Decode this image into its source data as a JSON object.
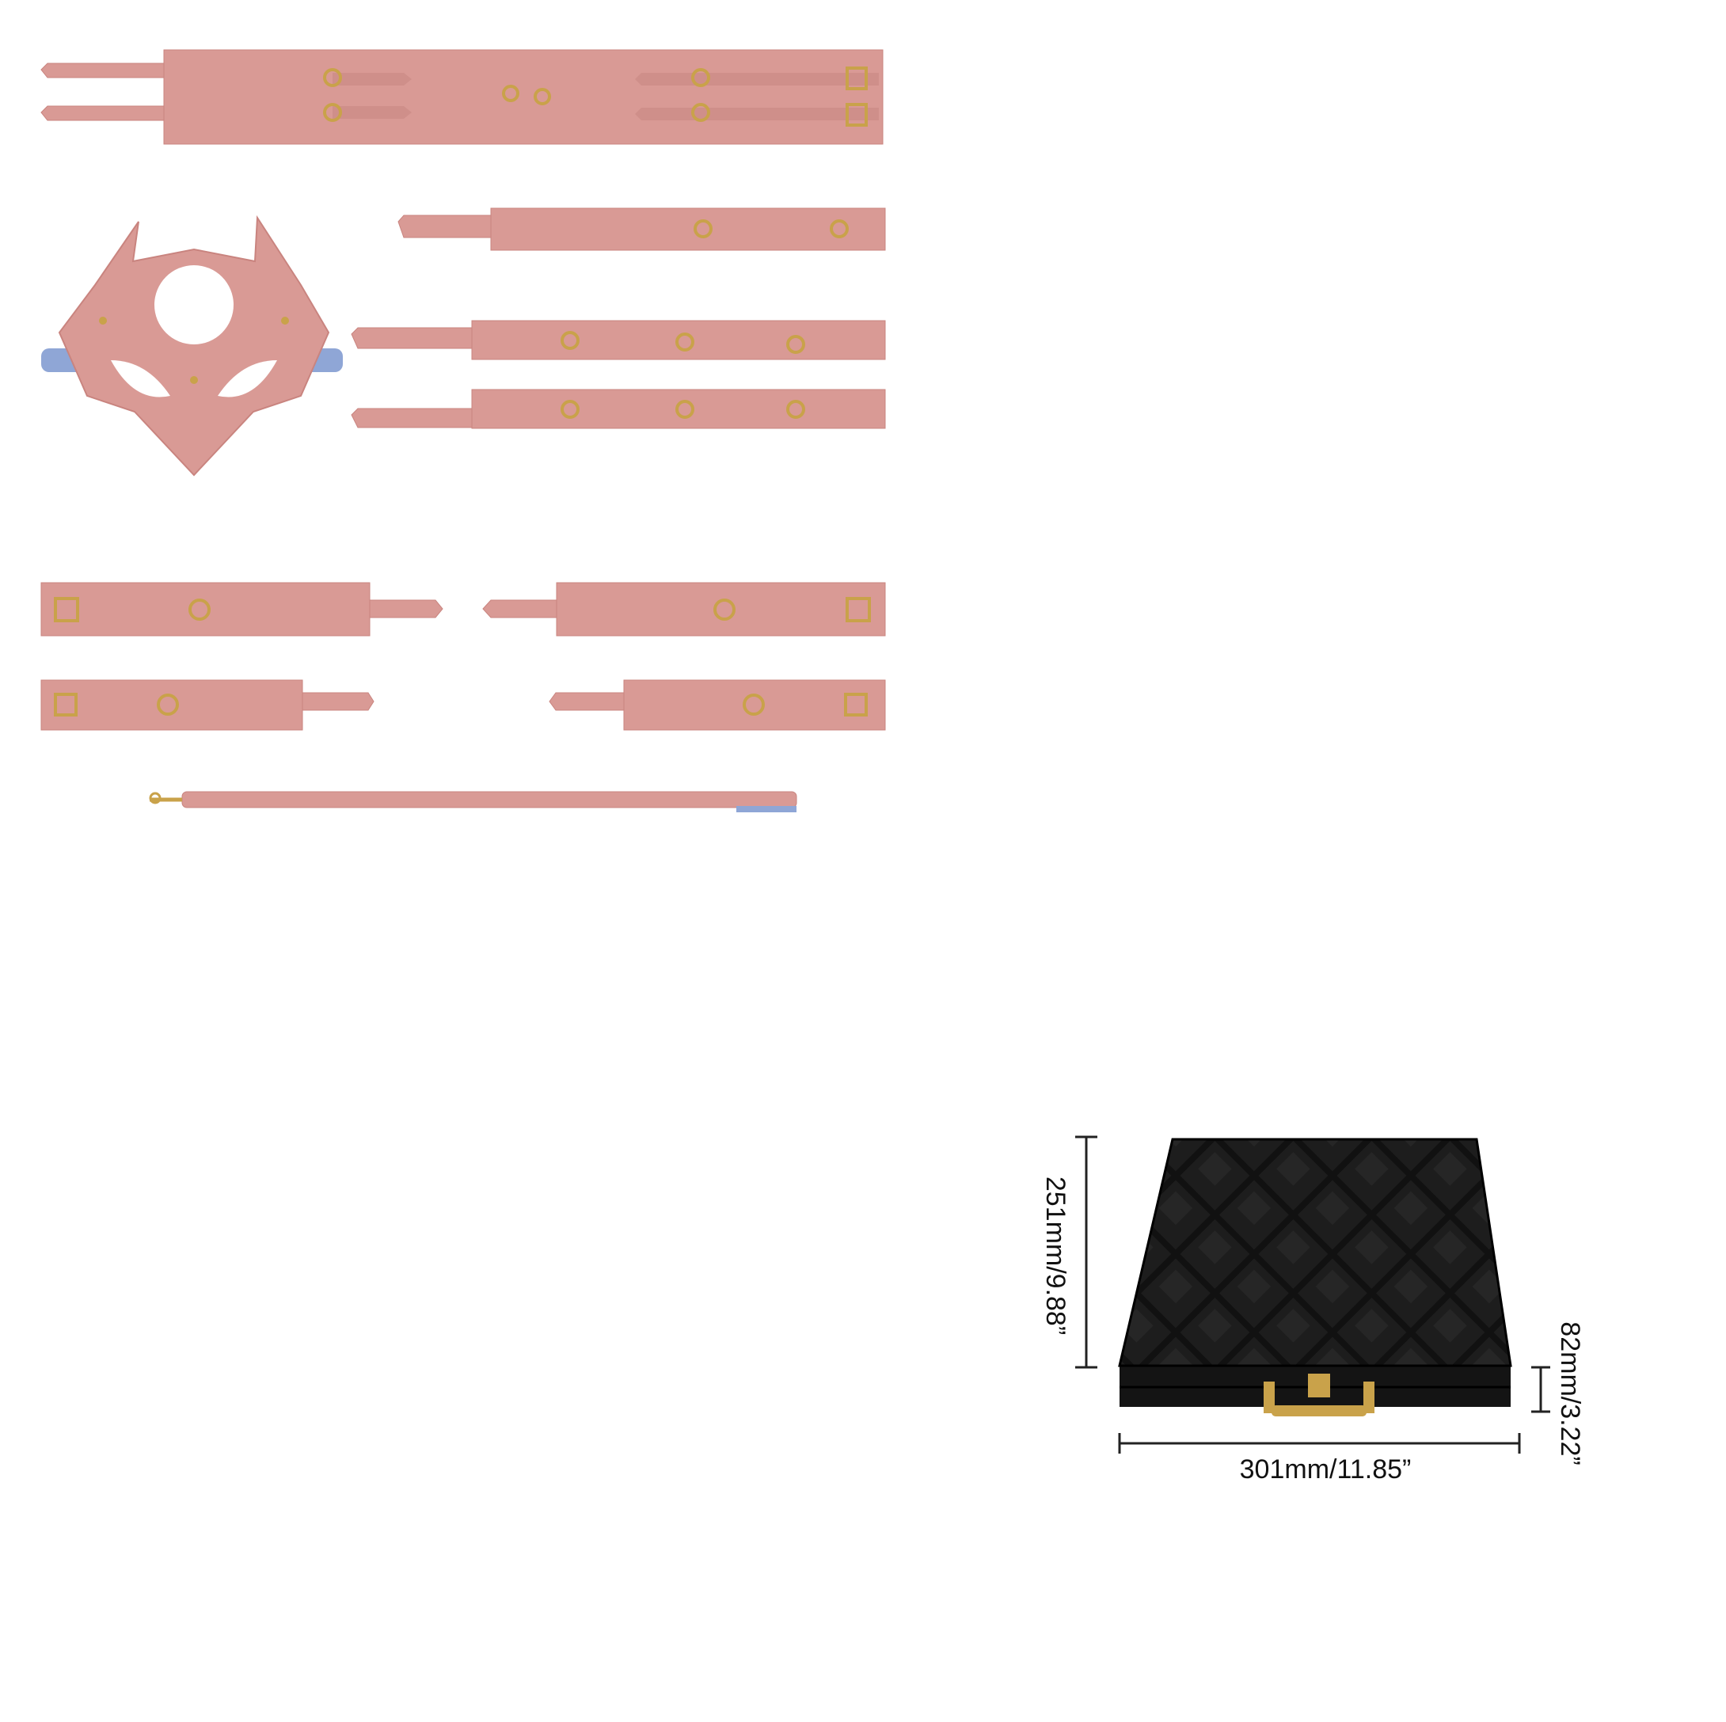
{
  "colors": {
    "leather_pink": "#d99a95",
    "leather_edge": "#c9847f",
    "lining_blue": "#8fa6d6",
    "hardware_gold": "#c9a24a",
    "case_black": "#0d0d0d"
  },
  "dimensions": {
    "height": "251mm/9.88”",
    "width": "301mm/11.85”",
    "depth": "82mm/3.22”"
  }
}
